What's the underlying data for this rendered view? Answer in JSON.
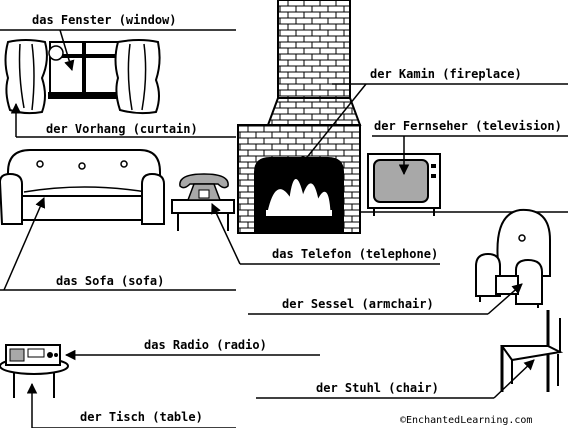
{
  "labels": {
    "window": "das Fenster (window)",
    "curtain": "der Vorhang (curtain)",
    "fireplace": "der Kamin (fireplace)",
    "television": "der Fernseher (television)",
    "telephone": "das Telefon (telephone)",
    "sofa": "das Sofa (sofa)",
    "armchair": "der Sessel (armchair)",
    "radio": "das Radio (radio)",
    "chair": "der Stuhl (chair)",
    "table": "der Tisch (table)"
  },
  "copyright": "©EnchantedLearning.com"
}
